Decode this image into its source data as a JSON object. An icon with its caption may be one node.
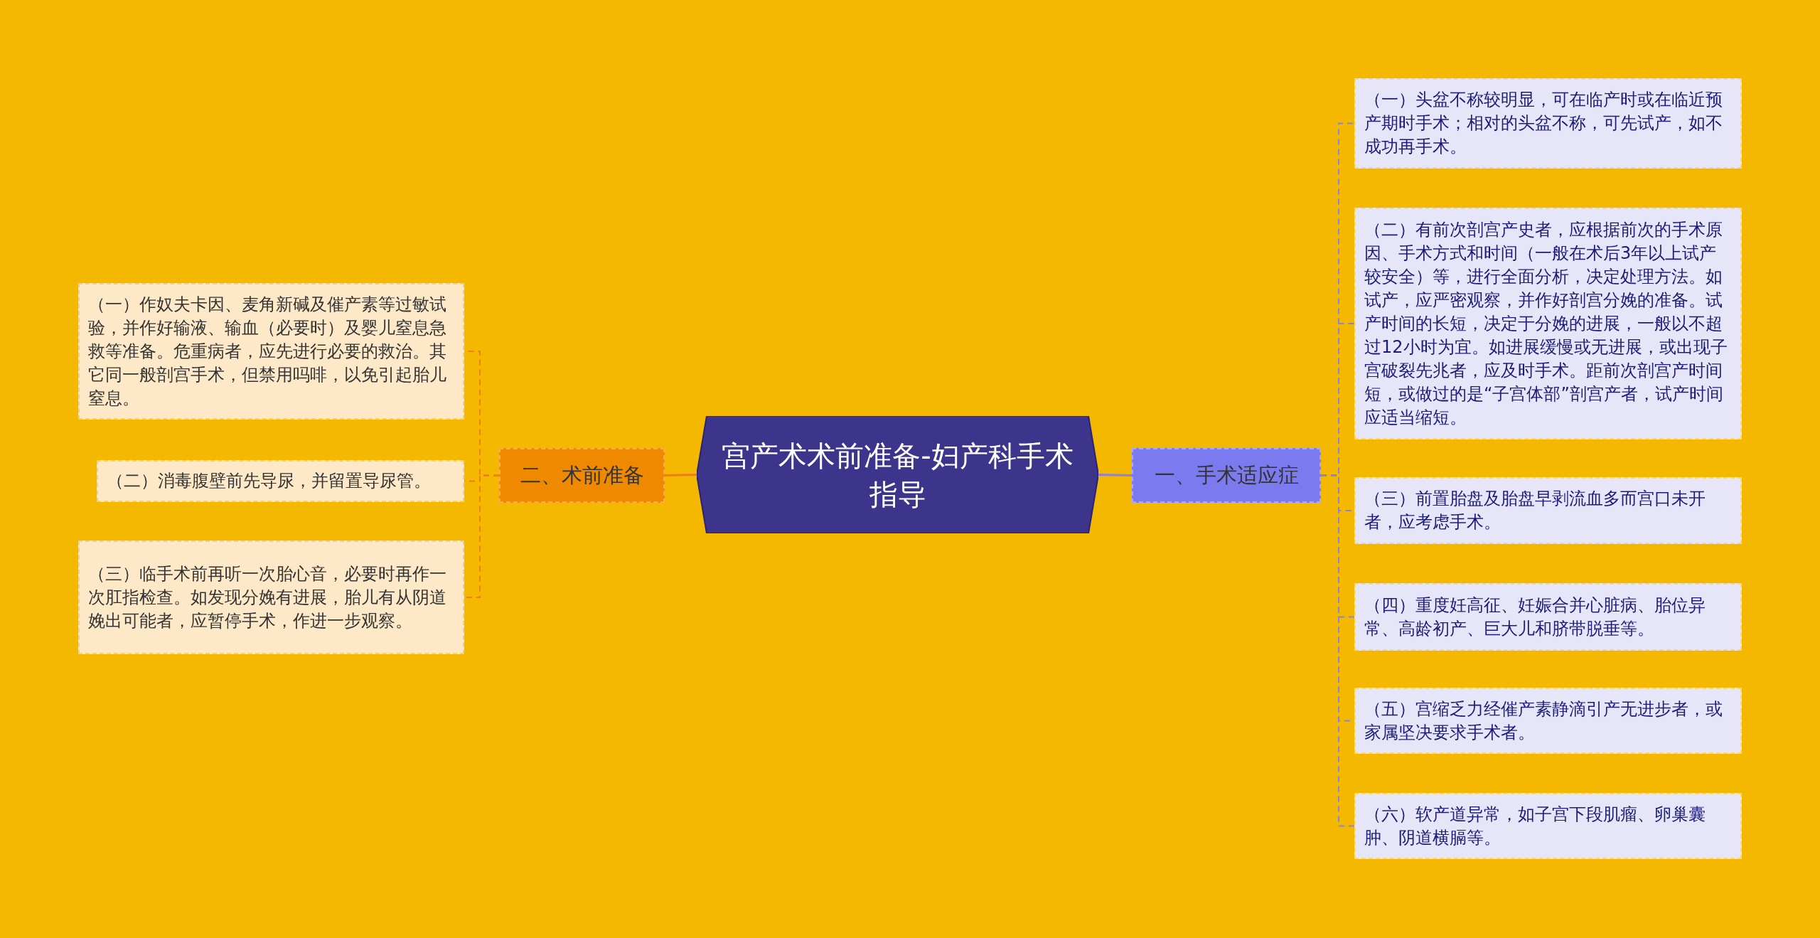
{
  "diagram": {
    "nodes": [
      {
        "text": [
          "宫产术术前准备-妇产科手术指导"
        ]
      },
      {
        "text": [
          "一、手术适应症"
        ]
      },
      {
        "text": [
          "（一）头盆不称较明显，可在临产时或在临近预产期时手术；相对的头盆不称，可先试产，如不成功再手术。"
        ]
      },
      {
        "text": [
          "（二）有前次剖宫产史者，应根据前次的手术原因、手术方式和时间（一般在术后3年以上试产较安全）等，进行全面分析，决定处理方法。如试产，应严密观察，并作好剖宫分娩的准备。试产时间的长短，决定于分娩的进展，一般以不超过12小时为宜。如进展缓慢或无进展，或出现子宫破裂先兆者，应及时手术。距前次剖宫产时间短，或做过的是“子宫体部”剖宫产者，试产时间应适当缩短。"
        ]
      },
      {
        "text": [
          "（三）前置胎盘及胎盘早剥流血多而宫口未开者，应考虑手术。"
        ]
      },
      {
        "text": [
          "（四）重度妊高征、妊娠合并心脏病、胎位异常、高龄初产、巨大儿和脐带脱垂等。"
        ]
      },
      {
        "text": [
          "（五）宫缩乏力经催产素静滴引产无进步者，或家属坚决要求手术者。"
        ]
      },
      {
        "text": [
          "（六）软产道异常，如子宫下段肌瘤、卵巢囊肿、阴道横膈等。"
        ]
      },
      {
        "text": [
          "二、术前准备"
        ]
      },
      {
        "text": [
          "（一）作奴夫卡因、麦角新碱及催产素等过敏试验，并作好输液、输血（必要时）及婴儿窒息急救等准备。危重病者，应先进行必要的救治。其它同一般剖宫手术，但禁用吗啡，以免引起胎儿窒息。"
        ]
      },
      {
        "text": [
          "（二）消毒腹壁前先导尿，并留置导尿管。"
        ]
      },
      {
        "text": [
          "（三）临手术前再听一次胎心音，必要时再作一次肛指检查。如发现分娩有进展，胎儿有从阴道娩出可能者，应暂停手术，作进一步观察。"
        ]
      }
    ],
    "edges": [
      {
        "from": 0,
        "to": 1,
        "arrow": "none"
      },
      {
        "from": 1,
        "to": 2,
        "arrow": "none",
        "style": "dashed"
      },
      {
        "from": 1,
        "to": 3,
        "arrow": "none",
        "style": "dashed"
      },
      {
        "from": 1,
        "to": 4,
        "arrow": "none",
        "style": "dashed"
      },
      {
        "from": 1,
        "to": 5,
        "arrow": "none",
        "style": "dashed"
      },
      {
        "from": 1,
        "to": 6,
        "arrow": "none",
        "style": "dashed"
      },
      {
        "from": 1,
        "to": 7,
        "arrow": "none",
        "style": "dashed"
      },
      {
        "from": 0,
        "to": 8,
        "arrow": "none",
        "color": "#ef7d1a"
      },
      {
        "from": 8,
        "to": 9,
        "arrow": "none",
        "style": "dashed",
        "color": "#ef7d1a"
      },
      {
        "from": 8,
        "to": 10,
        "arrow": "none",
        "style": "dashed",
        "color": "#ef7d1a"
      },
      {
        "from": 8,
        "to": 11,
        "arrow": "none",
        "style": "dashed",
        "color": "#ef7d1a"
      }
    ]
  }
}
